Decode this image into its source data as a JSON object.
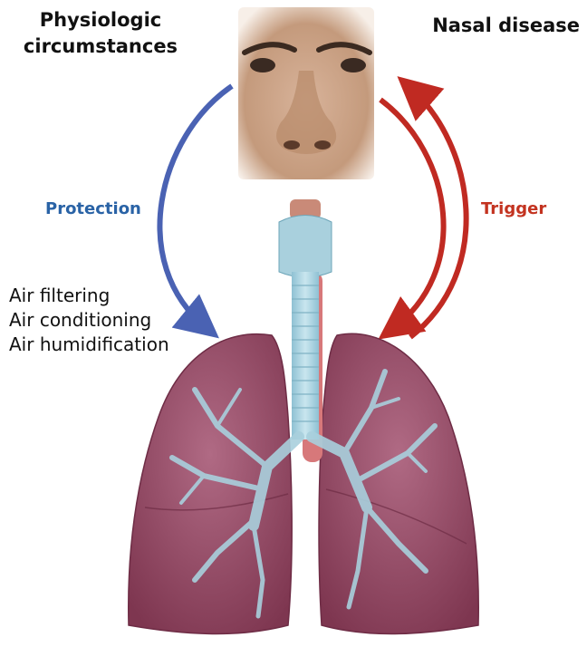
{
  "left_heading": [
    "Physiologic",
    "circumstances"
  ],
  "right_heading": "Nasal disease",
  "protection_label": "Protection",
  "trigger_label": "Trigger",
  "functions": [
    "Air filtering",
    "Air conditioning",
    "Air humidification"
  ],
  "colors": {
    "protection": "#4a62b3",
    "protection_text": "#2a63a6",
    "trigger": "#c02a22",
    "trigger_text": "#c33320",
    "lung": "#9a4a66",
    "bronchi": "#a9d0dd",
    "skin": "#c89e7e"
  }
}
